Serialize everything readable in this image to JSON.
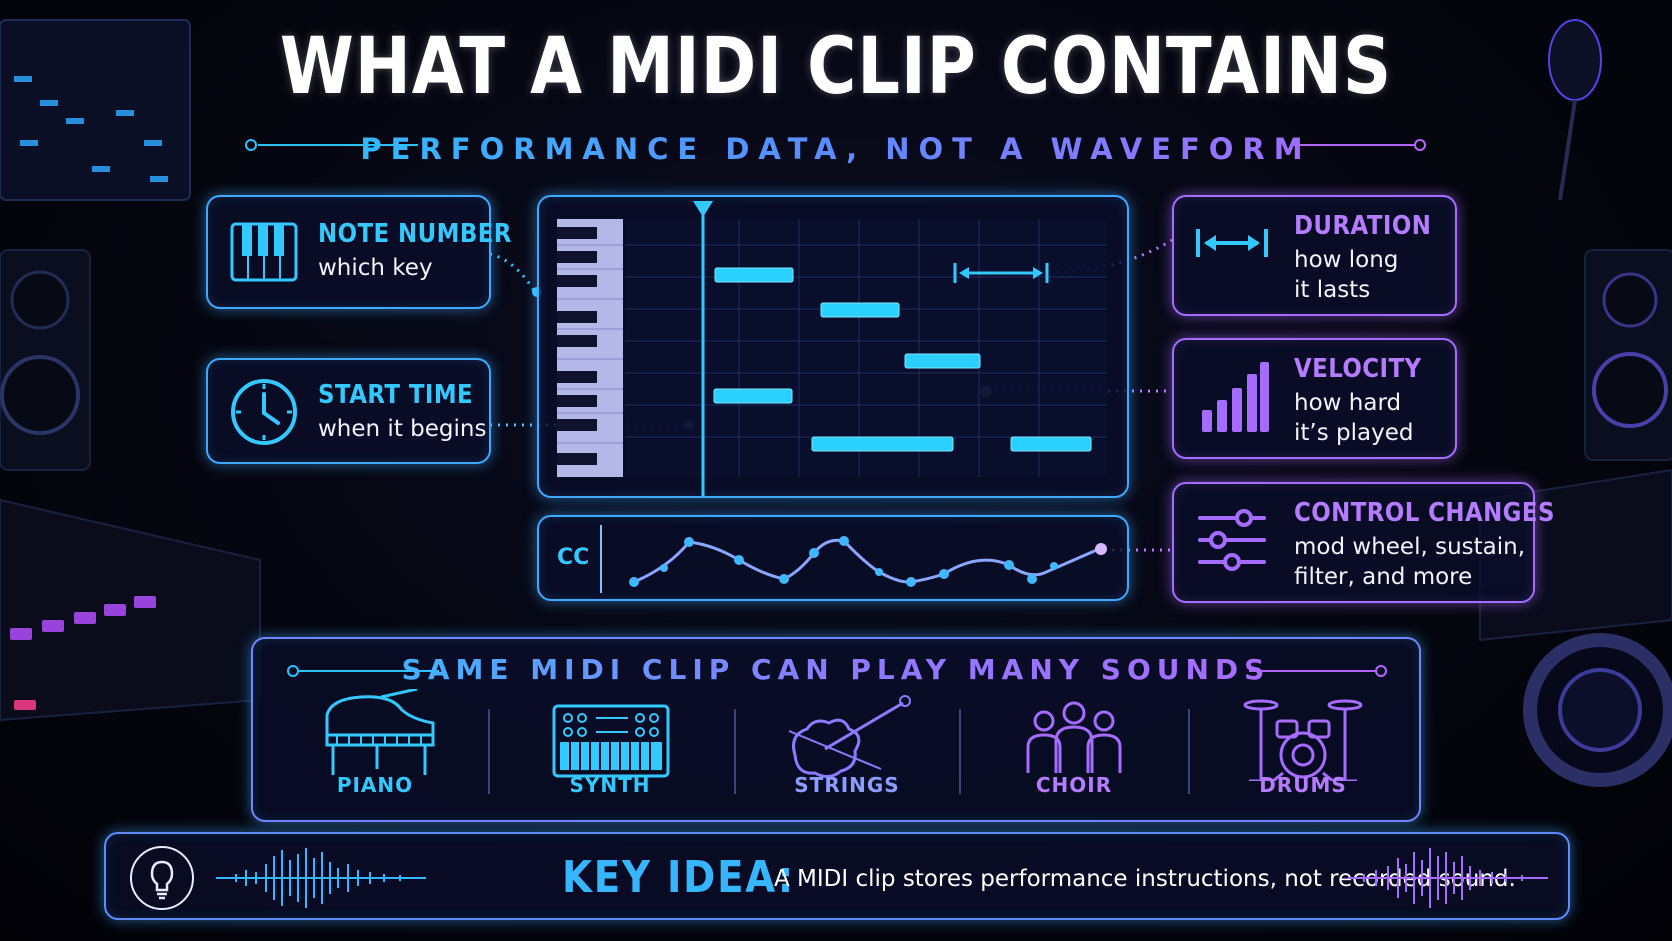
{
  "title": "WHAT A MIDI CLIP CONTAINS",
  "subtitle": "PERFORMANCE DATA, NOT A WAVEFORM",
  "cards": {
    "note_number": {
      "heading": "NOTE NUMBER",
      "description": "which key",
      "icon": "piano-keys-icon"
    },
    "start_time": {
      "heading": "START TIME",
      "description": "when it begins",
      "icon": "clock-icon"
    },
    "duration": {
      "heading": "DURATION",
      "description": "how long\nit lasts",
      "icon": "double-arrow-icon"
    },
    "velocity": {
      "heading": "VELOCITY",
      "description": "how hard\nit’s played",
      "icon": "signal-bars-icon"
    },
    "control_changes": {
      "heading": "CONTROL CHANGES",
      "description": "mod wheel, sustain,\nfilter, and more",
      "icon": "sliders-icon"
    }
  },
  "cc_lane": {
    "label": "CC"
  },
  "sounds": {
    "heading": "SAME MIDI CLIP CAN PLAY MANY SOUNDS",
    "instruments": [
      {
        "label": "PIANO",
        "icon": "grand-piano-icon"
      },
      {
        "label": "SYNTH",
        "icon": "synthesizer-icon"
      },
      {
        "label": "STRINGS",
        "icon": "violin-icon"
      },
      {
        "label": "CHOIR",
        "icon": "choir-icon"
      },
      {
        "label": "DRUMS",
        "icon": "drum-kit-icon"
      }
    ]
  },
  "key_idea": {
    "label": "KEY IDEA:",
    "text": "A MIDI clip stores performance instructions, not recorded sound.",
    "icon": "lightbulb-icon"
  },
  "colors": {
    "blue": "#33c9ff",
    "purple": "#b67cff",
    "background": "#05060f"
  }
}
